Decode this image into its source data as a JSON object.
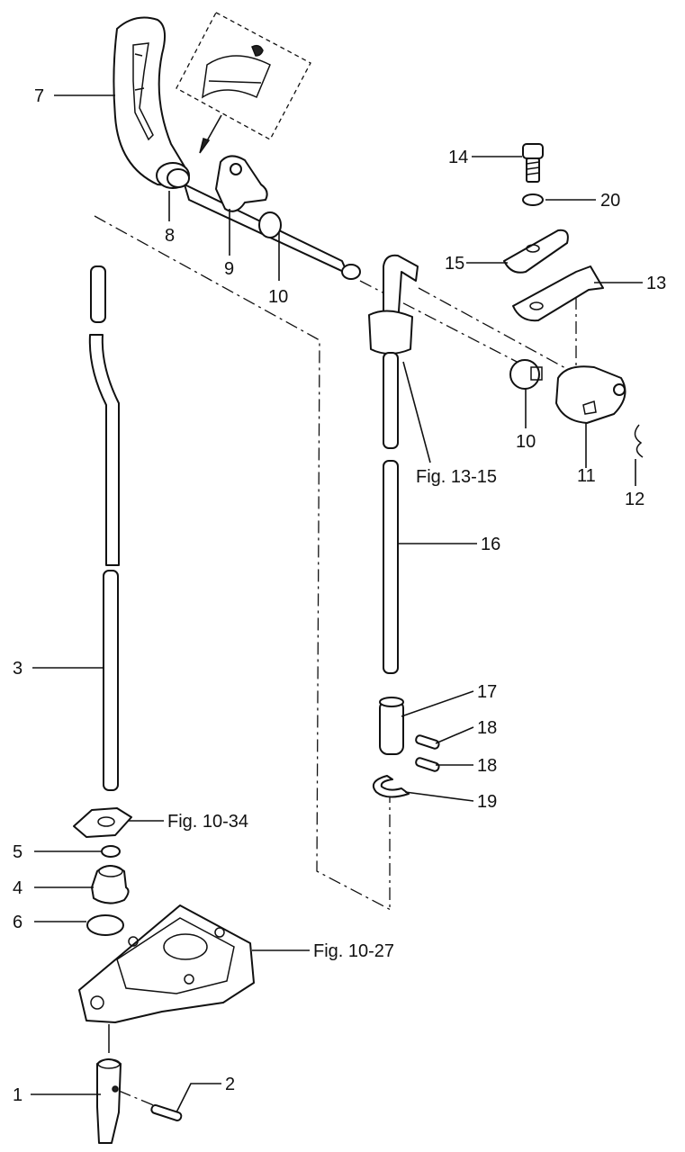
{
  "callouts": {
    "p1": "1",
    "p2": "2",
    "p3": "3",
    "p4": "4",
    "p5": "5",
    "p6": "6",
    "p7": "7",
    "p8": "8",
    "p9": "9",
    "p10a": "10",
    "p10b": "10",
    "p11": "11",
    "p12": "12",
    "p13": "13",
    "p14": "14",
    "p15": "15",
    "p16": "16",
    "p17": "17",
    "p18a": "18",
    "p18b": "18",
    "p19": "19",
    "p20": "20"
  },
  "figure_refs": {
    "fig_13_15": "Fig. 13-15",
    "fig_10_34": "Fig. 10-34",
    "fig_10_27": "Fig. 10-27"
  }
}
